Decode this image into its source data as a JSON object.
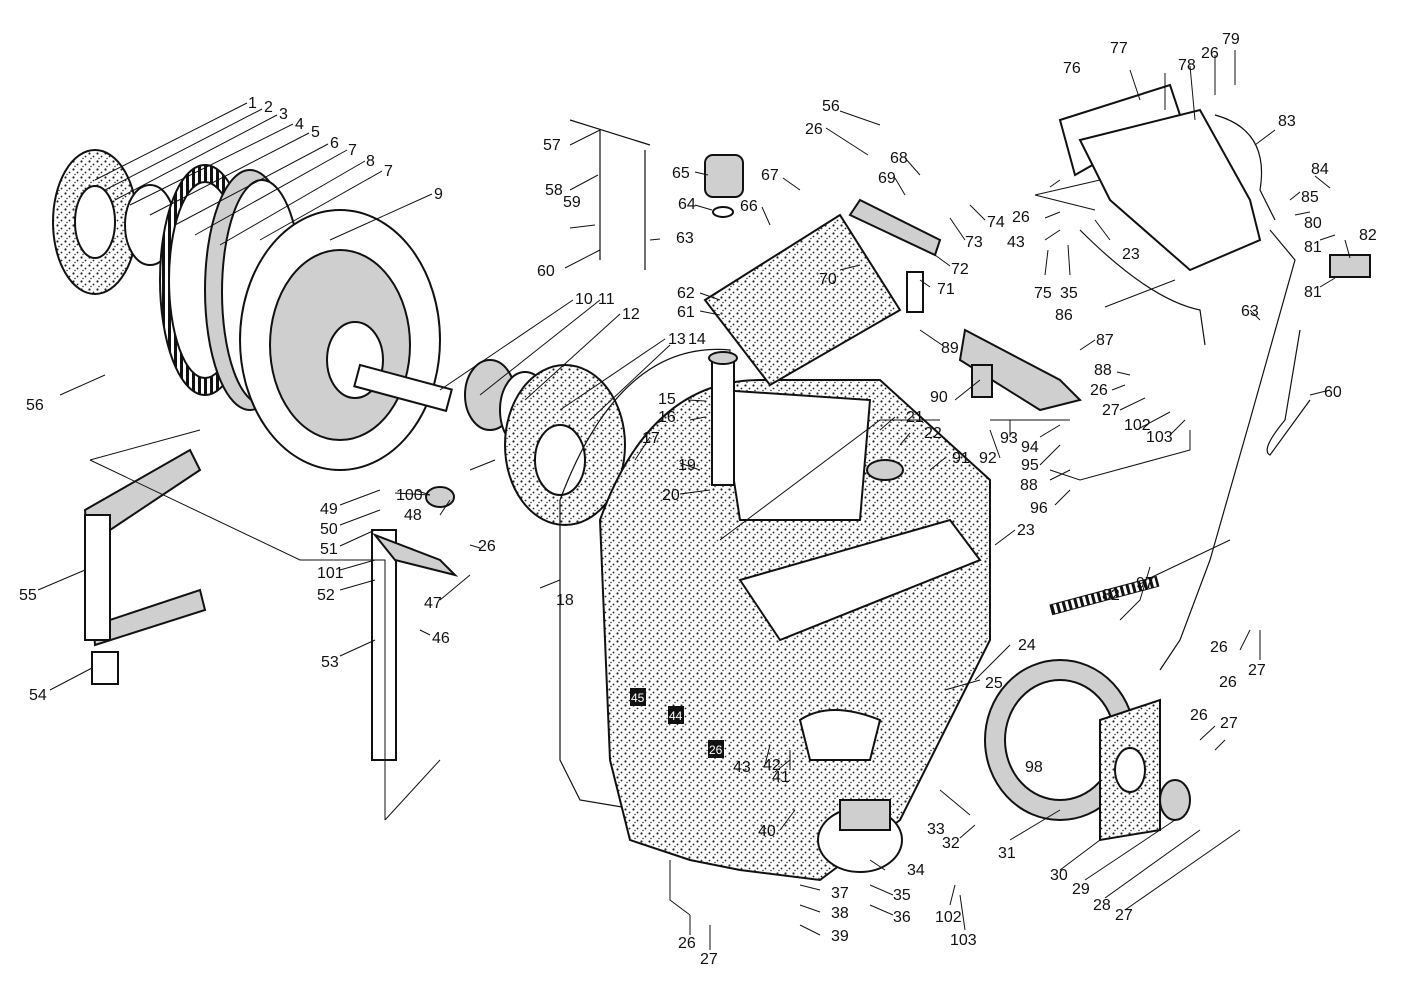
{
  "diagram": {
    "callouts": [
      {
        "id": "c1",
        "text": "1"
      },
      {
        "id": "c2",
        "text": "2"
      },
      {
        "id": "c3",
        "text": "3"
      },
      {
        "id": "c4",
        "text": "4"
      },
      {
        "id": "c5",
        "text": "5"
      },
      {
        "id": "c6",
        "text": "6"
      },
      {
        "id": "c7a",
        "text": "7"
      },
      {
        "id": "c8",
        "text": "8"
      },
      {
        "id": "c7b",
        "text": "7"
      },
      {
        "id": "c9",
        "text": "9"
      },
      {
        "id": "c10",
        "text": "10"
      },
      {
        "id": "c11",
        "text": "11"
      },
      {
        "id": "c12",
        "text": "12"
      },
      {
        "id": "c13",
        "text": "13"
      },
      {
        "id": "c14",
        "text": "14"
      },
      {
        "id": "c15",
        "text": "15"
      },
      {
        "id": "c16",
        "text": "16"
      },
      {
        "id": "c17",
        "text": "17"
      },
      {
        "id": "c18",
        "text": "18"
      },
      {
        "id": "c19",
        "text": "19"
      },
      {
        "id": "c20",
        "text": "20"
      },
      {
        "id": "c21",
        "text": "21"
      },
      {
        "id": "c22",
        "text": "22"
      },
      {
        "id": "c23a",
        "text": "23"
      },
      {
        "id": "c23b",
        "text": "23"
      },
      {
        "id": "c24",
        "text": "24"
      },
      {
        "id": "c25",
        "text": "25"
      },
      {
        "id": "c26a",
        "text": "26"
      },
      {
        "id": "c26b",
        "text": "26"
      },
      {
        "id": "c26c",
        "text": "26"
      },
      {
        "id": "c26d",
        "text": "26"
      },
      {
        "id": "c26e",
        "text": "26"
      },
      {
        "id": "c26f",
        "text": "26"
      },
      {
        "id": "c26g",
        "text": "26"
      },
      {
        "id": "c26h",
        "text": "26"
      },
      {
        "id": "c26i",
        "text": "26"
      },
      {
        "id": "c27a",
        "text": "27"
      },
      {
        "id": "c27b",
        "text": "27"
      },
      {
        "id": "c27c",
        "text": "27"
      },
      {
        "id": "c27d",
        "text": "27"
      },
      {
        "id": "c27e",
        "text": "27"
      },
      {
        "id": "c28",
        "text": "28"
      },
      {
        "id": "c29",
        "text": "29"
      },
      {
        "id": "c30",
        "text": "30"
      },
      {
        "id": "c31",
        "text": "31"
      },
      {
        "id": "c32",
        "text": "32"
      },
      {
        "id": "c33",
        "text": "33"
      },
      {
        "id": "c34",
        "text": "34"
      },
      {
        "id": "c35a",
        "text": "35"
      },
      {
        "id": "c35b",
        "text": "35"
      },
      {
        "id": "c36",
        "text": "36"
      },
      {
        "id": "c37",
        "text": "37"
      },
      {
        "id": "c38",
        "text": "38"
      },
      {
        "id": "c39",
        "text": "39"
      },
      {
        "id": "c40",
        "text": "40"
      },
      {
        "id": "c41",
        "text": "41"
      },
      {
        "id": "c42",
        "text": "42"
      },
      {
        "id": "c43a",
        "text": "43"
      },
      {
        "id": "c43b",
        "text": "43"
      },
      {
        "id": "c46",
        "text": "46"
      },
      {
        "id": "c47",
        "text": "47"
      },
      {
        "id": "c48",
        "text": "48"
      },
      {
        "id": "c49",
        "text": "49"
      },
      {
        "id": "c50",
        "text": "50"
      },
      {
        "id": "c51",
        "text": "51"
      },
      {
        "id": "c52",
        "text": "52"
      },
      {
        "id": "c53",
        "text": "53"
      },
      {
        "id": "c54",
        "text": "54"
      },
      {
        "id": "c55",
        "text": "55"
      },
      {
        "id": "c56a",
        "text": "56"
      },
      {
        "id": "c56b",
        "text": "56"
      },
      {
        "id": "c57",
        "text": "57"
      },
      {
        "id": "c58",
        "text": "58"
      },
      {
        "id": "c59",
        "text": "59"
      },
      {
        "id": "c60a",
        "text": "60"
      },
      {
        "id": "c60b",
        "text": "60"
      },
      {
        "id": "c61",
        "text": "61"
      },
      {
        "id": "c62",
        "text": "62"
      },
      {
        "id": "c63a",
        "text": "63"
      },
      {
        "id": "c63b",
        "text": "63"
      },
      {
        "id": "c64",
        "text": "64"
      },
      {
        "id": "c65",
        "text": "65"
      },
      {
        "id": "c66",
        "text": "66"
      },
      {
        "id": "c67",
        "text": "67"
      },
      {
        "id": "c68",
        "text": "68"
      },
      {
        "id": "c69",
        "text": "69"
      },
      {
        "id": "c70",
        "text": "70"
      },
      {
        "id": "c71",
        "text": "71"
      },
      {
        "id": "c72",
        "text": "72"
      },
      {
        "id": "c73",
        "text": "73"
      },
      {
        "id": "c74",
        "text": "74"
      },
      {
        "id": "c75",
        "text": "75"
      },
      {
        "id": "c76",
        "text": "76"
      },
      {
        "id": "c77",
        "text": "77"
      },
      {
        "id": "c78",
        "text": "78"
      },
      {
        "id": "c79",
        "text": "79"
      },
      {
        "id": "c80",
        "text": "80"
      },
      {
        "id": "c81a",
        "text": "81"
      },
      {
        "id": "c81b",
        "text": "81"
      },
      {
        "id": "c82a",
        "text": "82"
      },
      {
        "id": "c82b",
        "text": "82"
      },
      {
        "id": "c83",
        "text": "83"
      },
      {
        "id": "c84",
        "text": "84"
      },
      {
        "id": "c85",
        "text": "85"
      },
      {
        "id": "c86",
        "text": "86"
      },
      {
        "id": "c87",
        "text": "87"
      },
      {
        "id": "c88a",
        "text": "88"
      },
      {
        "id": "c88b",
        "text": "88"
      },
      {
        "id": "c89",
        "text": "89"
      },
      {
        "id": "c90",
        "text": "90"
      },
      {
        "id": "c91",
        "text": "91"
      },
      {
        "id": "c92",
        "text": "92"
      },
      {
        "id": "c93",
        "text": "93"
      },
      {
        "id": "c94",
        "text": "94"
      },
      {
        "id": "c95",
        "text": "95"
      },
      {
        "id": "c96",
        "text": "96"
      },
      {
        "id": "c97",
        "text": "97"
      },
      {
        "id": "c98",
        "text": "98"
      },
      {
        "id": "c100",
        "text": "100"
      },
      {
        "id": "c101",
        "text": "101"
      },
      {
        "id": "c102a",
        "text": "102"
      },
      {
        "id": "c102b",
        "text": "102"
      },
      {
        "id": "c103a",
        "text": "103"
      },
      {
        "id": "c103b",
        "text": "103"
      }
    ],
    "boxed_labels": [
      {
        "id": "b45",
        "text": "45"
      },
      {
        "id": "b44",
        "text": "44"
      },
      {
        "id": "b26",
        "text": "26"
      }
    ]
  }
}
